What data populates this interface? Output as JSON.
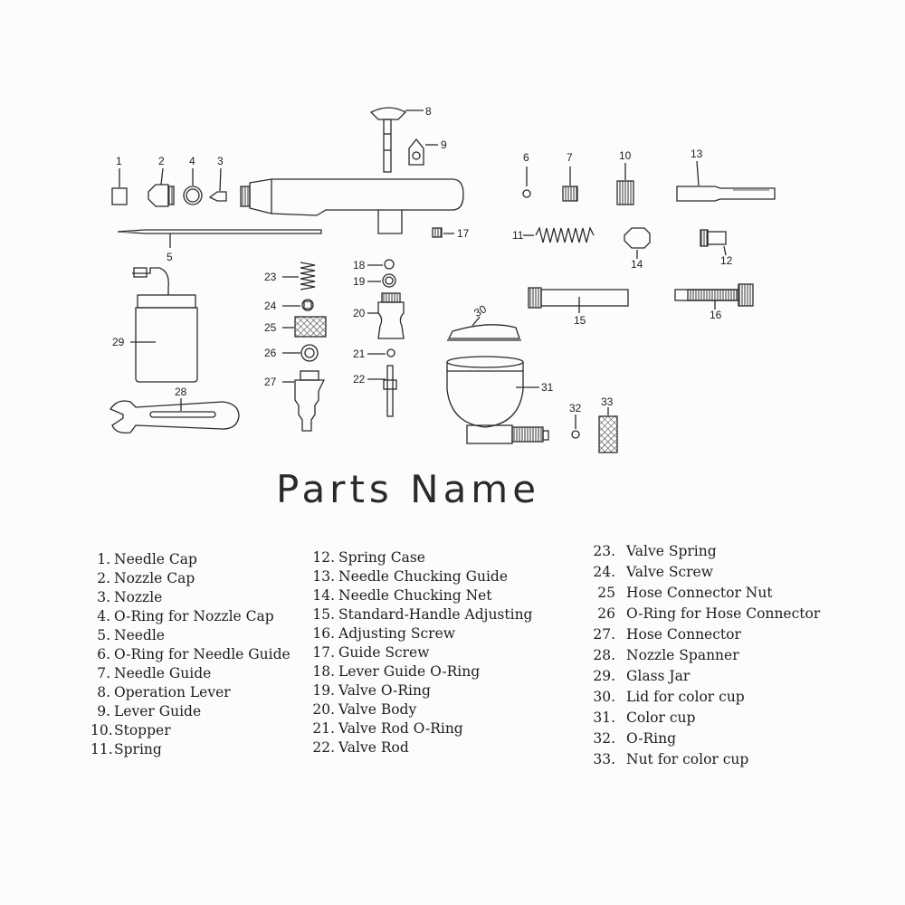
{
  "title": "Parts Name",
  "parts_col1": [
    {
      "num": "1.",
      "name": "Needle Cap"
    },
    {
      "num": "2.",
      "name": "Nozzle Cap"
    },
    {
      "num": "3.",
      "name": "Nozzle"
    },
    {
      "num": "4.",
      "name": "O-Ring for Nozzle Cap"
    },
    {
      "num": "5.",
      "name": "Needle"
    },
    {
      "num": "6.",
      "name": "O-Ring for Needle Guide"
    },
    {
      "num": "7.",
      "name": "Needle Guide"
    },
    {
      "num": "8.",
      "name": "Operation Lever"
    },
    {
      "num": "9.",
      "name": "Lever Guide"
    },
    {
      "num": "10.",
      "name": "Stopper"
    },
    {
      "num": "11.",
      "name": "Spring"
    }
  ],
  "parts_col2": [
    {
      "num": "12.",
      "name": "Spring Case"
    },
    {
      "num": "13.",
      "name": "Needle Chucking Guide"
    },
    {
      "num": "14.",
      "name": "Needle Chucking Net"
    },
    {
      "num": "15.",
      "name": "Standard-Handle Adjusting"
    },
    {
      "num": "16.",
      "name": "Adjusting Screw"
    },
    {
      "num": "17.",
      "name": "Guide Screw"
    },
    {
      "num": "18.",
      "name": "Lever Guide O-Ring"
    },
    {
      "num": "19.",
      "name": "Valve O-Ring"
    },
    {
      "num": "20.",
      "name": "Valve Body"
    },
    {
      "num": "21.",
      "name": "Valve Rod O-Ring"
    },
    {
      "num": "22.",
      "name": "Valve Rod"
    }
  ],
  "parts_col3": [
    {
      "num": "23.",
      "name": "Valve Spring"
    },
    {
      "num": "24.",
      "name": "Valve Screw"
    },
    {
      "num": "25",
      "name": "Hose Connector Nut"
    },
    {
      "num": "26",
      "name": "O-Ring for Hose Connector"
    },
    {
      "num": "27.",
      "name": "Hose Connector"
    },
    {
      "num": "28.",
      "name": "Nozzle Spanner"
    },
    {
      "num": "29.",
      "name": "Glass Jar"
    },
    {
      "num": "30.",
      "name": "Lid for color cup"
    },
    {
      "num": "31.",
      "name": "Color cup"
    },
    {
      "num": "32.",
      "name": "O-Ring"
    },
    {
      "num": "33.",
      "name": "Nut for color cup"
    }
  ],
  "callouts": [
    "1",
    "2",
    "4",
    "3",
    "5",
    "8",
    "9",
    "17",
    "6",
    "7",
    "10",
    "13",
    "11",
    "14",
    "12",
    "15",
    "16",
    "18",
    "19",
    "20",
    "21",
    "22",
    "23",
    "24",
    "25",
    "26",
    "27",
    "29",
    "28",
    "30",
    "31",
    "32",
    "33"
  ]
}
